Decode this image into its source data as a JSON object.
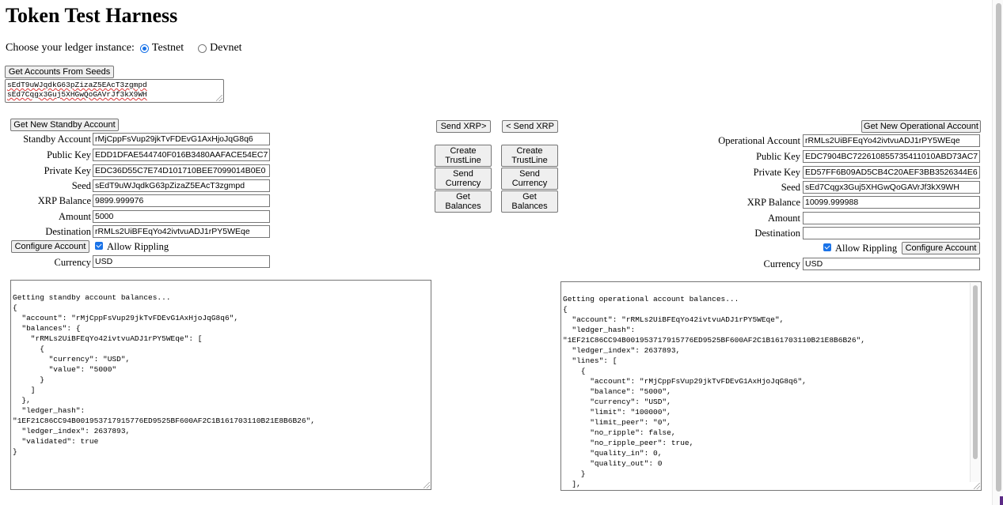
{
  "header": {
    "title": "Token Test Harness"
  },
  "ledger": {
    "label": "Choose your ledger instance:",
    "options": [
      {
        "label": "Testnet",
        "selected": true
      },
      {
        "label": "Devnet",
        "selected": false
      }
    ]
  },
  "seeds": {
    "button_label": "Get Accounts From Seeds",
    "lines": [
      "sEdT9uWJqdkG63pZizaZ5EAcT3zgmpd",
      "sEd7Cqgx3Guj5XHGwQoGAVrJf3kX9WH"
    ]
  },
  "middle": {
    "send_xrp_right": "Send XRP>",
    "send_xrp_left": "< Send XRP",
    "create_trustline": "Create TrustLine",
    "send_currency": "Send Currency",
    "get_balances": "Get Balances"
  },
  "standby": {
    "new_account_button": "Get New Standby Account",
    "configure_button": "Configure Account",
    "allow_rippling_label": "Allow Rippling",
    "allow_rippling_checked": true,
    "labels": {
      "account": "Standby Account",
      "public_key": "Public Key",
      "private_key": "Private Key",
      "seed": "Seed",
      "xrp_balance": "XRP Balance",
      "amount": "Amount",
      "destination": "Destination",
      "currency": "Currency"
    },
    "values": {
      "account": "rMjCppFsVup29jkTvFDEvG1AxHjoJqG8q6",
      "public_key": "EDD1DFAE544740F016B3480AAFACE54EC7",
      "private_key": "EDC36D55C7E74D101710BEE7099014B0E0",
      "seed": "sEdT9uWJqdkG63pZizaZ5EAcT3zgmpd",
      "xrp_balance": "9899.999976",
      "amount": "5000",
      "destination": "rRMLs2UiBFEqYo42ivtvuADJ1rPY5WEqe",
      "currency": "USD"
    },
    "output": "\nGetting standby account balances...\n{\n  \"account\": \"rMjCppFsVup29jkTvFDEvG1AxHjoJqG8q6\",\n  \"balances\": {\n    \"rRMLs2UiBFEqYo42ivtvuADJ1rPY5WEqe\": [\n      {\n        \"currency\": \"USD\",\n        \"value\": \"5000\"\n      }\n    ]\n  },\n  \"ledger_hash\":\n\"1EF21C86CC94B001953717915776ED9525BF600AF2C1B161703110B21E8B6B26\",\n  \"ledger_index\": 2637893,\n  \"validated\": true\n}"
  },
  "operational": {
    "new_account_button": "Get New Operational Account",
    "configure_button": "Configure Account",
    "allow_rippling_label": "Allow Rippling",
    "allow_rippling_checked": true,
    "labels": {
      "account": "Operational Account",
      "public_key": "Public Key",
      "private_key": "Private Key",
      "seed": "Seed",
      "xrp_balance": "XRP Balance",
      "amount": "Amount",
      "destination": "Destination",
      "currency": "Currency"
    },
    "values": {
      "account": "rRMLs2UiBFEqYo42ivtvuADJ1rPY5WEqe",
      "public_key": "EDC7904BC722610855735411010ABD73AC7",
      "private_key": "ED57FF6B09AD5CB4C20AEF3BB3526344E6",
      "seed": "sEd7Cqgx3Guj5XHGwQoGAVrJf3kX9WH",
      "xrp_balance": "10099.999988",
      "amount": "",
      "destination": "",
      "currency": "USD"
    },
    "output": "\nGetting operational account balances...\n{\n  \"account\": \"rRMLs2UiBFEqYo42ivtvuADJ1rPY5WEqe\",\n  \"ledger_hash\":\n\"1EF21C86CC94B001953717915776ED9525BF600AF2C1B161703110B21E8B6B26\",\n  \"ledger_index\": 2637893,\n  \"lines\": [\n    {\n      \"account\": \"rMjCppFsVup29jkTvFDEvG1AxHjoJqG8q6\",\n      \"balance\": \"5000\",\n      \"currency\": \"USD\",\n      \"limit\": \"100000\",\n      \"limit_peer\": \"0\",\n      \"no_ripple\": false,\n      \"no_ripple_peer\": true,\n      \"quality_in\": 0,\n      \"quality_out\": 0\n    }\n  ],"
  }
}
